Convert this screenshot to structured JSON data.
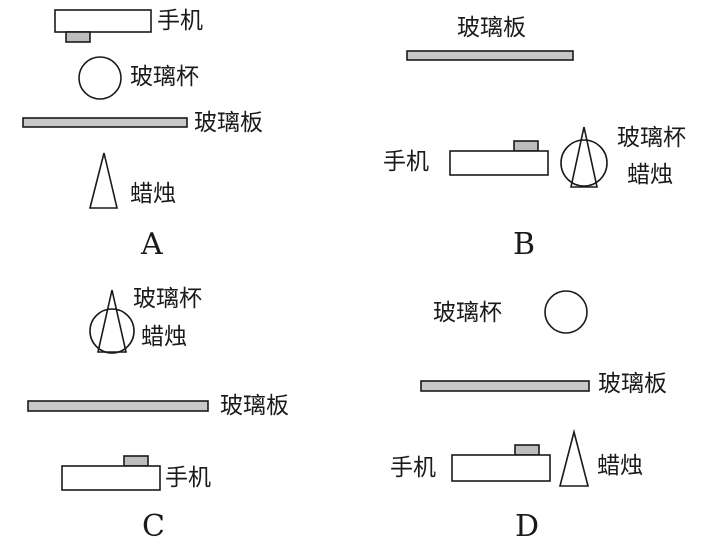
{
  "labels": {
    "phone": "手机",
    "glass_cup": "玻璃杯",
    "glass_plate": "玻璃板",
    "candle": "蜡烛"
  },
  "options": [
    "A",
    "B",
    "C",
    "D"
  ],
  "colors": {
    "stroke": "#1a1a1a",
    "plate_fill": "#c8c8c8",
    "camera_fill": "#bdbdbd",
    "background": "#ffffff"
  }
}
